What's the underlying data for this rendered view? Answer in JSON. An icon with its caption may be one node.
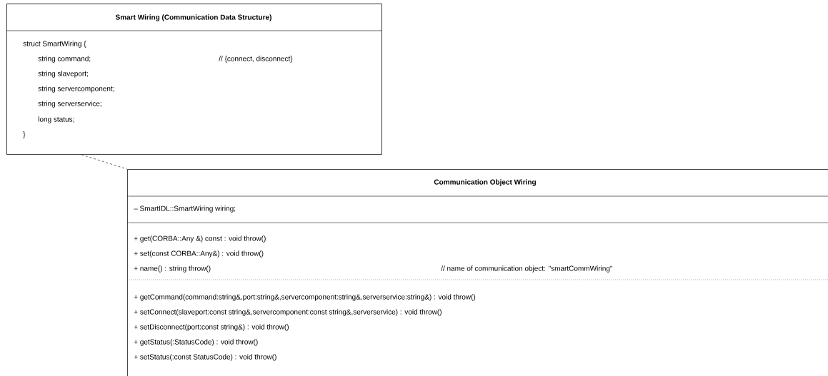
{
  "diagram": {
    "nodes": [
      {
        "text": [
          "Smart Wiring (Communication Data Structure)",
          "struct SmartWiring {",
          "string command;",
          "// {connect, disconnect}",
          "string slaveport;",
          "string servercomponent;",
          "string serverservice;",
          "long status;",
          "}"
        ]
      },
      {
        "text": [
          "Communication Object Wiring",
          "– SmartIDL::SmartWiring wiring;",
          "+ get(CORBA::Any &) const : void throw()",
          "+ set(const CORBA::Any&) : void throw()",
          "+ name() : string throw()",
          "// name of communication object: \"smartCommWiring\"",
          "+ getCommand(command:string&,port:string&,servercomponent:string&,serverservice:string&) : void throw()",
          "+ setConnect(slaveport:const string&,servercomponent:const string&,serverservice) : void throw()",
          "+ setDisconnect(port:const string&) : void throw()",
          "+ getStatus(:StatusCode) : void throw()",
          "+ setStatus(:const StatusCode) : void throw()"
        ]
      }
    ],
    "edges": [
      {
        "from": 0,
        "to": 1,
        "arrow": "none",
        "style": "dashed"
      }
    ]
  }
}
